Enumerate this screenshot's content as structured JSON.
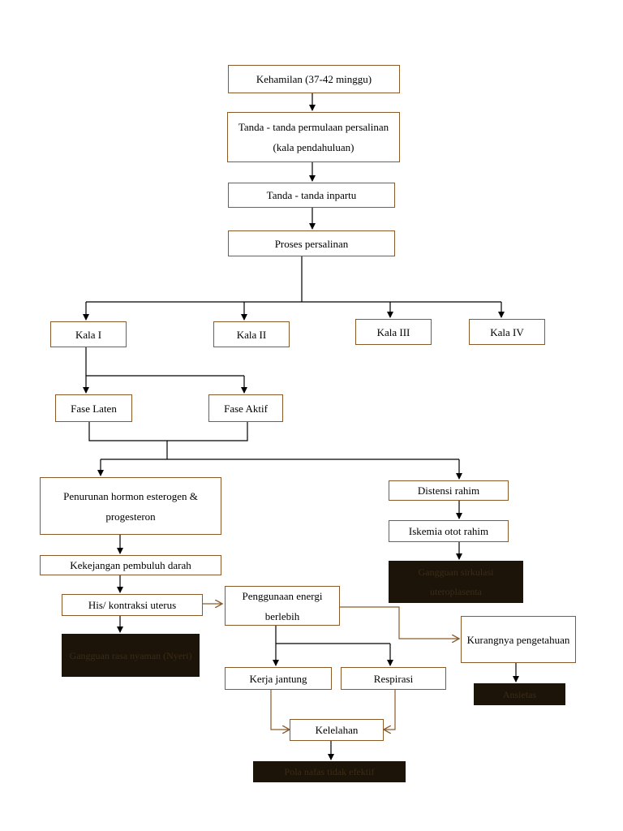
{
  "nodes": {
    "kehamilan": "Kehamilan (37-42 minggu)",
    "tanda_permulaan": "Tanda - tanda permulaan persalinan (kala pendahuluan)",
    "tanda_inpartu": "Tanda - tanda inpartu",
    "proses_persalinan": "Proses persalinan",
    "kala_1": "Kala I",
    "kala_2": "Kala II",
    "kala_3": "Kala III",
    "kala_4": "Kala IV",
    "fase_laten": "Fase Laten",
    "fase_aktif": "Fase Aktif",
    "penurunan_hormon": "Penurunan hormon esterogen & progesteron",
    "distensi_rahim": "Distensi rahim",
    "iskemia": "Iskemia otot rahim",
    "gangguan_sirkulasi": "Gangguan sirkulasi uteroplasenta",
    "kekejangan": "Kekejangan pembuluh darah",
    "his": "His/ kontraksi uterus",
    "penggunaan_energi": "Penggunaan energi berlebih",
    "kurangnya_pengetahuan": "Kurangnya pengetahuan",
    "gangguan_rasa_nyaman": "Gangguan rasa nyaman (Nyeri)",
    "kerja_jantung": "Kerja jantung",
    "respirasi": "Respirasi",
    "ansietas": "Ansietas",
    "kelelahan": "Kelelahan",
    "pola_nafas": "Pola nafas tidak efektif"
  },
  "colors": {
    "border": "#8a5a2b",
    "line": "#000000",
    "dark_fill": "#1c1408",
    "accent_line": "#8a5a2b"
  }
}
